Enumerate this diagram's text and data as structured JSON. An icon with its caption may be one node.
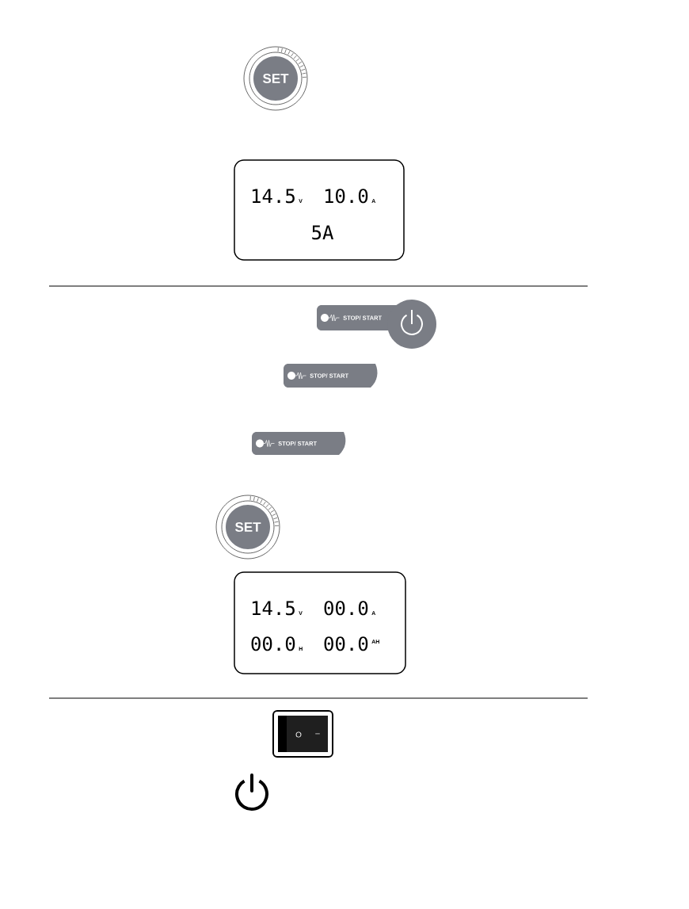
{
  "diagram": {
    "nodes": [
      {
        "text": [
          "SET"
        ]
      },
      {
        "text": [
          "14.5",
          "V",
          "10.0",
          "A",
          "5A"
        ]
      },
      {
        "text": [
          "STOP/ START"
        ]
      },
      {
        "text": [
          "STOP/ START"
        ]
      },
      {
        "text": [
          "STOP/ START"
        ]
      },
      {
        "text": [
          "SET"
        ]
      },
      {
        "text": [
          "14.5",
          "V",
          "00.0",
          "A",
          "00.0",
          "H",
          "00.0",
          "AH"
        ]
      },
      {
        "text": [
          "O",
          "–"
        ]
      }
    ]
  }
}
